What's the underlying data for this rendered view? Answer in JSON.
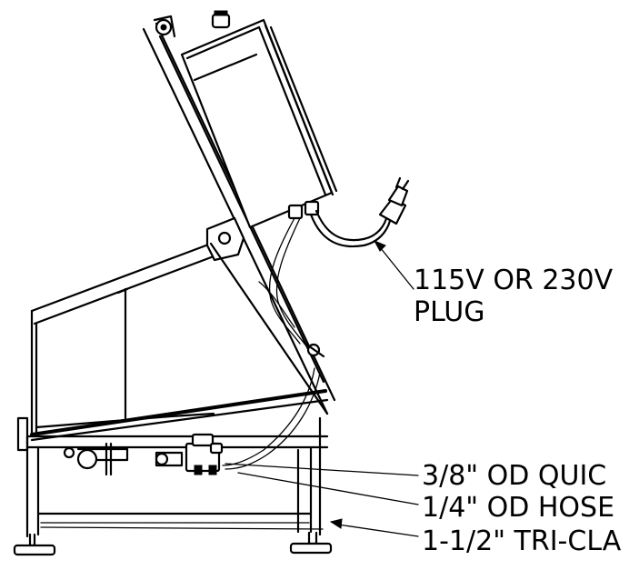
{
  "callouts": {
    "plug_line1": "115V OR 230V",
    "plug_line2": "PLUG",
    "quick": "3/8\" OD QUIC",
    "hose": "1/4\" OD HOSE",
    "triclamp": "1-1/2\" TRI-CLA"
  }
}
